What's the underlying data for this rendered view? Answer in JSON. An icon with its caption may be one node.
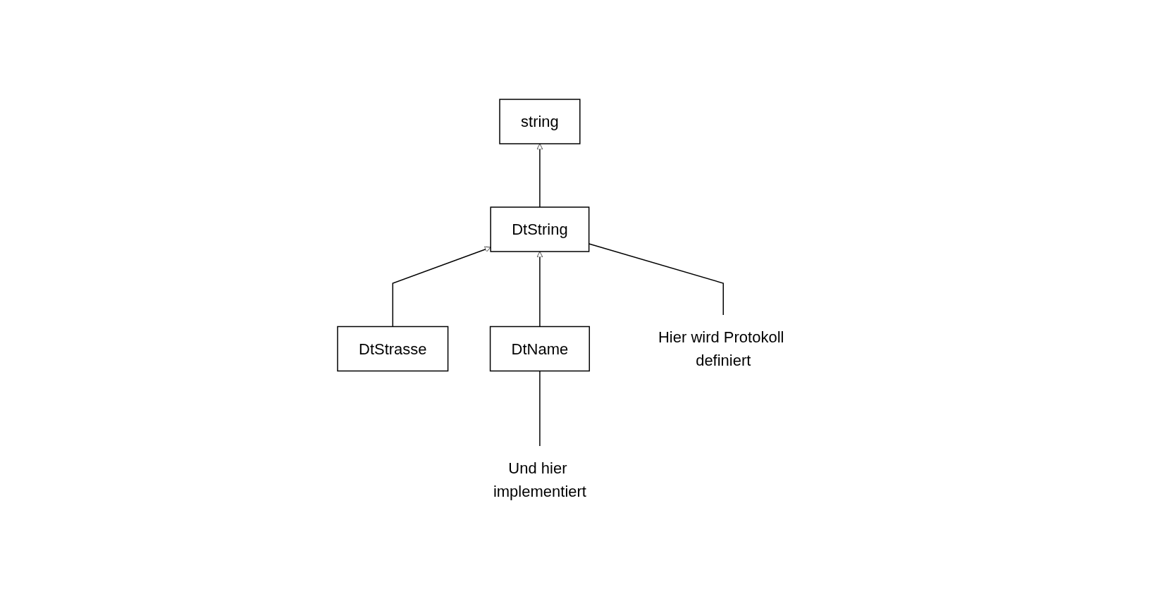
{
  "diagram": {
    "nodes": [
      {
        "text": [
          "string"
        ]
      },
      {
        "text": [
          "DtString"
        ]
      },
      {
        "text": [
          "DtStrasse"
        ]
      },
      {
        "text": [
          "DtName"
        ]
      },
      {
        "text": [
          "Hier wird Protokoll definiert"
        ]
      },
      {
        "text": [
          "Und hier implementiert"
        ]
      }
    ],
    "edges": [
      {
        "from": 1,
        "to": 0,
        "arrow": "to"
      },
      {
        "from": 2,
        "to": 1,
        "arrow": "to"
      },
      {
        "from": 3,
        "to": 1,
        "arrow": "to"
      },
      {
        "from": 4,
        "to": 1,
        "arrow": "none"
      },
      {
        "from": 5,
        "to": 3,
        "arrow": "none"
      }
    ]
  }
}
